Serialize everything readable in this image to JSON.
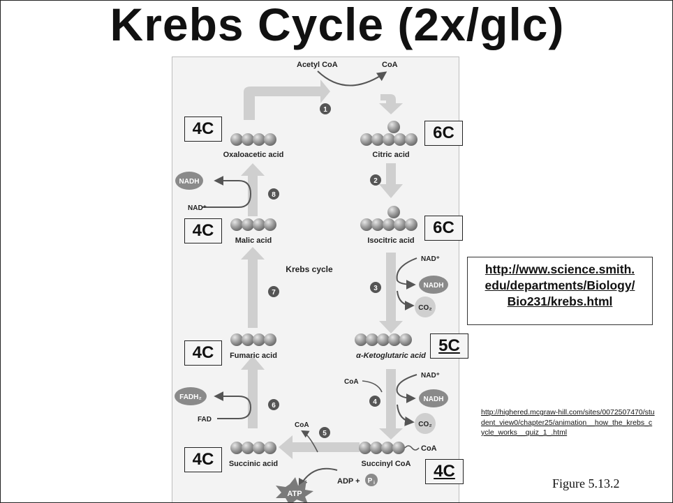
{
  "slide": {
    "title": "Krebs Cycle (2x/glc)",
    "figure_caption": "Figure 5.13.2"
  },
  "links": {
    "primary": "http://www.science.smith.edu/departments/Biology/Bio231/krebs.html",
    "primary_lines": [
      "http://www.science.smith.",
      "edu/departments/Biology/",
      "Bio231/krebs.html"
    ],
    "secondary": "http://highered.mcgraw-hill.com/sites/0072507470/student_view0/chapter25/animation__how_the_krebs_cycle_works__quiz_1_.html"
  },
  "carbon_labels": [
    "4C",
    "6C",
    "4C",
    "6C",
    "5C",
    "4C",
    "4C",
    "4C"
  ],
  "diagram": {
    "center_label": "Krebs cycle",
    "intermediates": [
      "Citric acid",
      "Isocitric acid",
      "α-Ketoglutaric acid",
      "Succinyl CoA",
      "Succinic acid",
      "Fumaric acid",
      "Malic acid",
      "Oxaloacetic acid"
    ],
    "step_numbers": [
      "1",
      "2",
      "3",
      "4",
      "5",
      "6",
      "7",
      "8"
    ],
    "labels": {
      "acetyl_coa": "Acetyl CoA",
      "coa": "CoA",
      "nad_plus": "NAD⁺",
      "nadh": "NADH",
      "co2": "CO₂",
      "fad": "FAD",
      "fadh2": "FADH₂",
      "atp": "ATP",
      "adp": "ADP +",
      "pi": "P",
      "pi_sub": "i"
    }
  }
}
